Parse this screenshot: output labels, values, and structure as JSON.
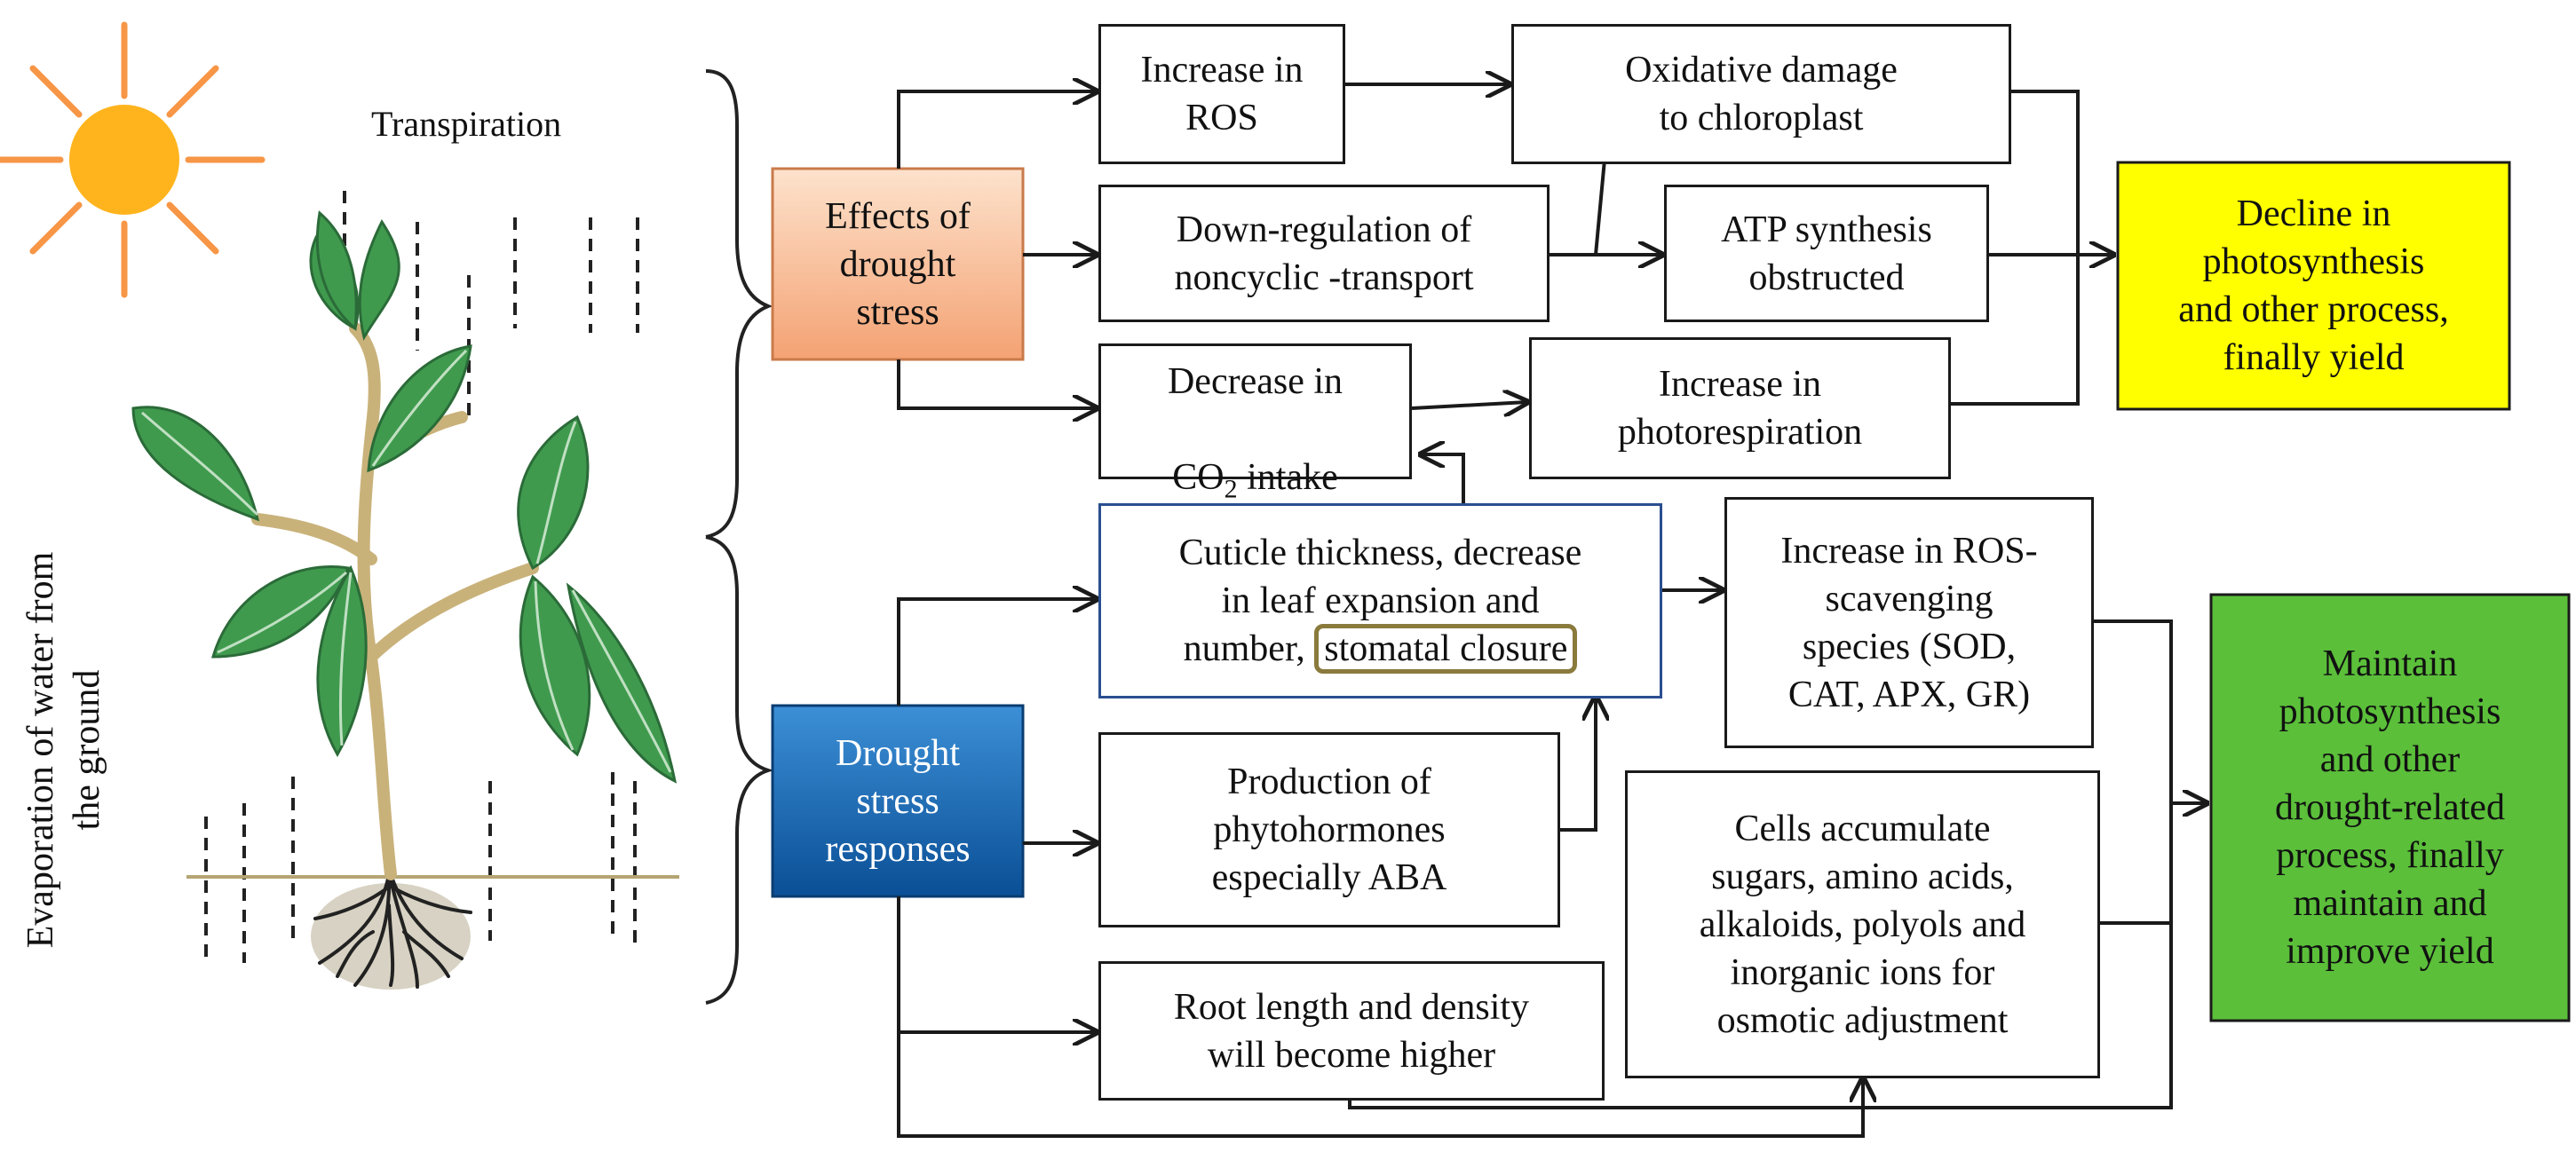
{
  "colors": {
    "effects_fill_top": "#fde2cc",
    "effects_fill_bottom": "#f4a273",
    "responses_fill_top": "#3c8fd6",
    "responses_fill_bottom": "#0a4f96",
    "decline_fill": "#ffff00",
    "maintain_fill": "#5bbf3a",
    "sun": "#ffb41e",
    "sun_rays": "#f79646",
    "leaf": "#3f9a4e",
    "stem": "#c9b27a",
    "ground_line": "#b5a572",
    "cuticle_border": "#2a4f8f",
    "stomatal_highlight": "#8a7a3c"
  },
  "labels": {
    "transpiration": "Transpiration",
    "evaporation_line1": "Evaporation of water from",
    "evaporation_line2": "the ground"
  },
  "boxes": {
    "effects": "Effects of\ndrought\nstress",
    "responses": "Drought\nstress\nresponses",
    "ros": "Increase in\nROS",
    "oxidative": "Oxidative damage\nto chloroplast",
    "downreg": "Down-regulation of\nnoncyclic -transport",
    "atp": "ATP synthesis\nobstructed",
    "co2_line1": "Decrease in",
    "co2_prefix": "CO",
    "co2_sub": "2",
    "co2_suffix": " intake",
    "photoresp": "Increase in\nphotorespiration",
    "decline": "Decline in\nphotosynthesis\nand other process,\nfinally yield",
    "cuticle_line1": "Cuticle thickness, decrease",
    "cuticle_line2": "in leaf expansion and",
    "cuticle_line3a": "number, ",
    "cuticle_line3b": "stomatal closure",
    "scavenging": "Increase in ROS-\nscavenging\nspecies (SOD,\nCAT, APX, GR)",
    "phyto": "Production of\nphytohormones\nespecially ABA",
    "cells": "Cells accumulate\nsugars, amino acids,\nalkaloids, polyols and\ninorganic ions for\nosmotic adjustment",
    "root": "Root length and density\nwill become higher",
    "maintain": "Maintain\nphotosynthesis\nand other\ndrought-related\nprocess, finally\nmaintain and\nimprove yield"
  }
}
